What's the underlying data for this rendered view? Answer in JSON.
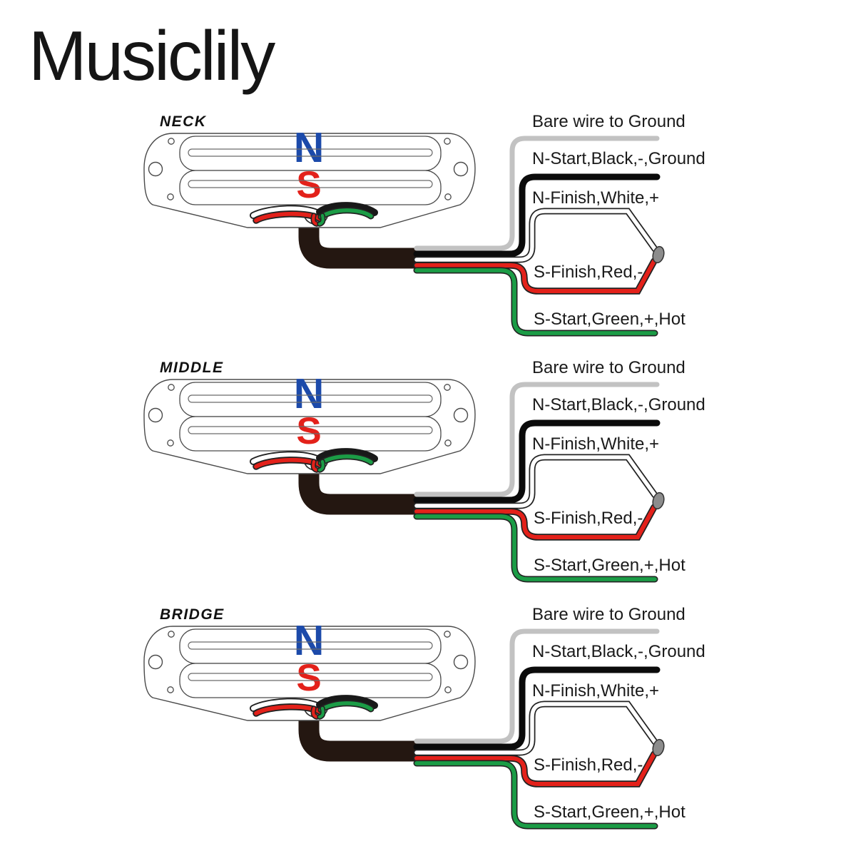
{
  "brand": "Musiclily",
  "colors": {
    "blue": "#1c4aaa",
    "red": "#e3211a",
    "green": "#1b9c46",
    "gray": "#c2c2c2",
    "black": "#0b0b0b",
    "white": "#ffffff",
    "cable": "#241711",
    "solder": "#8c8c8c"
  },
  "sections": [
    {
      "title": "NECK",
      "magnet": {
        "n": "N",
        "s": "S"
      },
      "labels": {
        "bare": "Bare wire to Ground",
        "n_start": "N-Start,Black,-,Ground",
        "n_finish": "N-Finish,White,+",
        "s_finish": "S-Finish,Red,-",
        "s_start": "S-Start,Green,+,Hot"
      }
    },
    {
      "title": "MIDDLE",
      "magnet": {
        "n": "N",
        "s": "S"
      },
      "labels": {
        "bare": "Bare wire to Ground",
        "n_start": "N-Start,Black,-,Ground",
        "n_finish": "N-Finish,White,+",
        "s_finish": "S-Finish,Red,-",
        "s_start": "S-Start,Green,+,Hot"
      }
    },
    {
      "title": "BRIDGE",
      "magnet": {
        "n": "N",
        "s": "S"
      },
      "labels": {
        "bare": "Bare wire to Ground",
        "n_start": "N-Start,Black,-,Ground",
        "n_finish": "N-Finish,White,+",
        "s_finish": "S-Finish,Red,-",
        "s_start": "S-Start,Green,+,Hot"
      }
    }
  ]
}
